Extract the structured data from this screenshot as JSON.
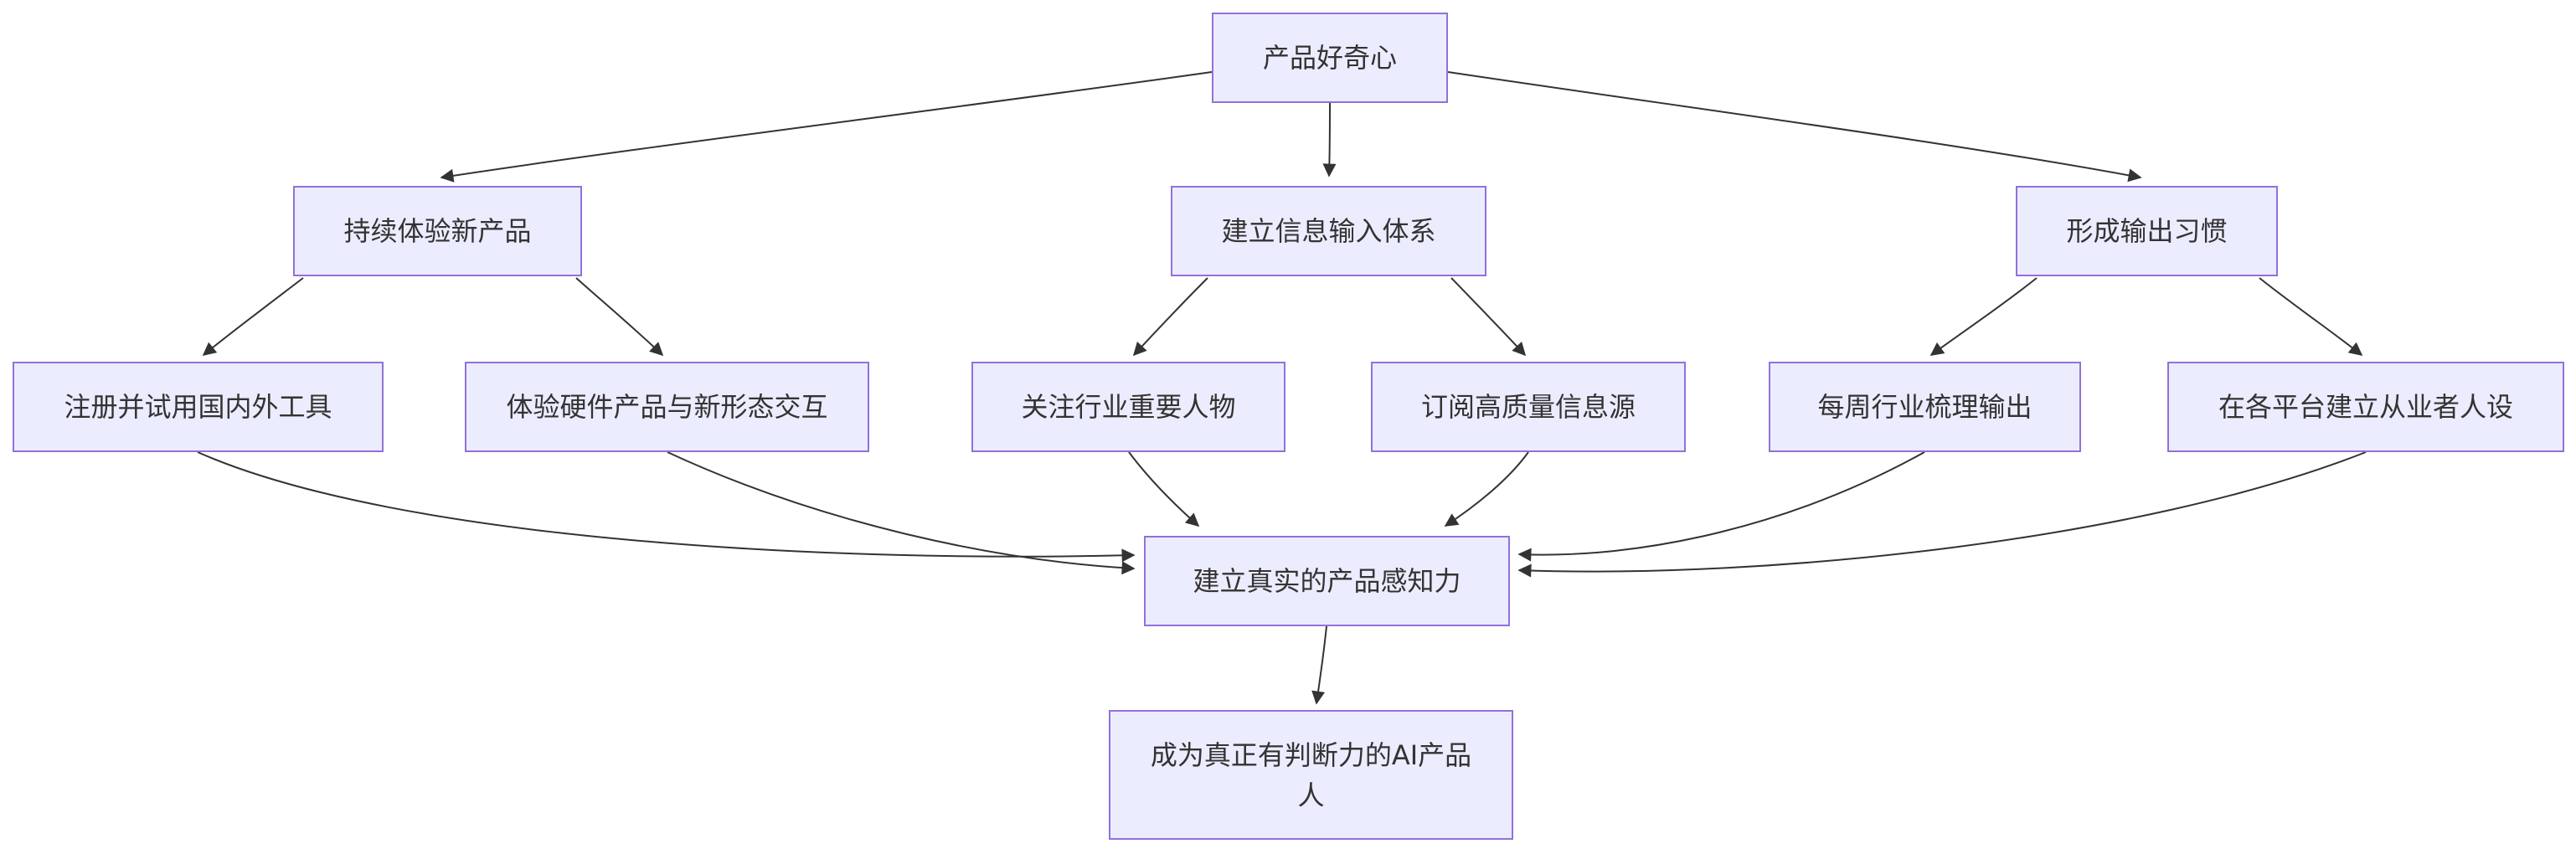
{
  "diagram": {
    "type": "flowchart",
    "direction": "top-down",
    "colors": {
      "background": "#ffffff",
      "node_fill": "#ECECFF",
      "node_border": "#9370DB",
      "edge_stroke": "#333333",
      "arrowhead_fill": "#333333",
      "text": "#333333"
    },
    "nodes": [
      {
        "id": "A",
        "label": "产品好奇心"
      },
      {
        "id": "B",
        "label": "持续体验新产品"
      },
      {
        "id": "C",
        "label": "建立信息输入体系"
      },
      {
        "id": "D",
        "label": "形成输出习惯"
      },
      {
        "id": "B1",
        "label": "注册并试用国内外工具"
      },
      {
        "id": "B2",
        "label": "体验硬件产品与新形态交互"
      },
      {
        "id": "C1",
        "label": "关注行业重要人物"
      },
      {
        "id": "C2",
        "label": "订阅高质量信息源"
      },
      {
        "id": "D1",
        "label": "每周行业梳理输出"
      },
      {
        "id": "D2",
        "label": "在各平台建立从业者人设"
      },
      {
        "id": "E",
        "label": "建立真实的产品感知力"
      },
      {
        "id": "F",
        "label": "成为真正有判断力的AI产品人",
        "lines": [
          "成为真正有判断力的AI产品",
          "人"
        ]
      }
    ],
    "edges": [
      {
        "from": "A",
        "to": "B"
      },
      {
        "from": "A",
        "to": "C"
      },
      {
        "from": "A",
        "to": "D"
      },
      {
        "from": "B",
        "to": "B1"
      },
      {
        "from": "B",
        "to": "B2"
      },
      {
        "from": "C",
        "to": "C1"
      },
      {
        "from": "C",
        "to": "C2"
      },
      {
        "from": "D",
        "to": "D1"
      },
      {
        "from": "D",
        "to": "D2"
      },
      {
        "from": "B1",
        "to": "E"
      },
      {
        "from": "B2",
        "to": "E"
      },
      {
        "from": "C1",
        "to": "E"
      },
      {
        "from": "C2",
        "to": "E"
      },
      {
        "from": "D1",
        "to": "E"
      },
      {
        "from": "D2",
        "to": "E"
      },
      {
        "from": "E",
        "to": "F"
      }
    ]
  }
}
